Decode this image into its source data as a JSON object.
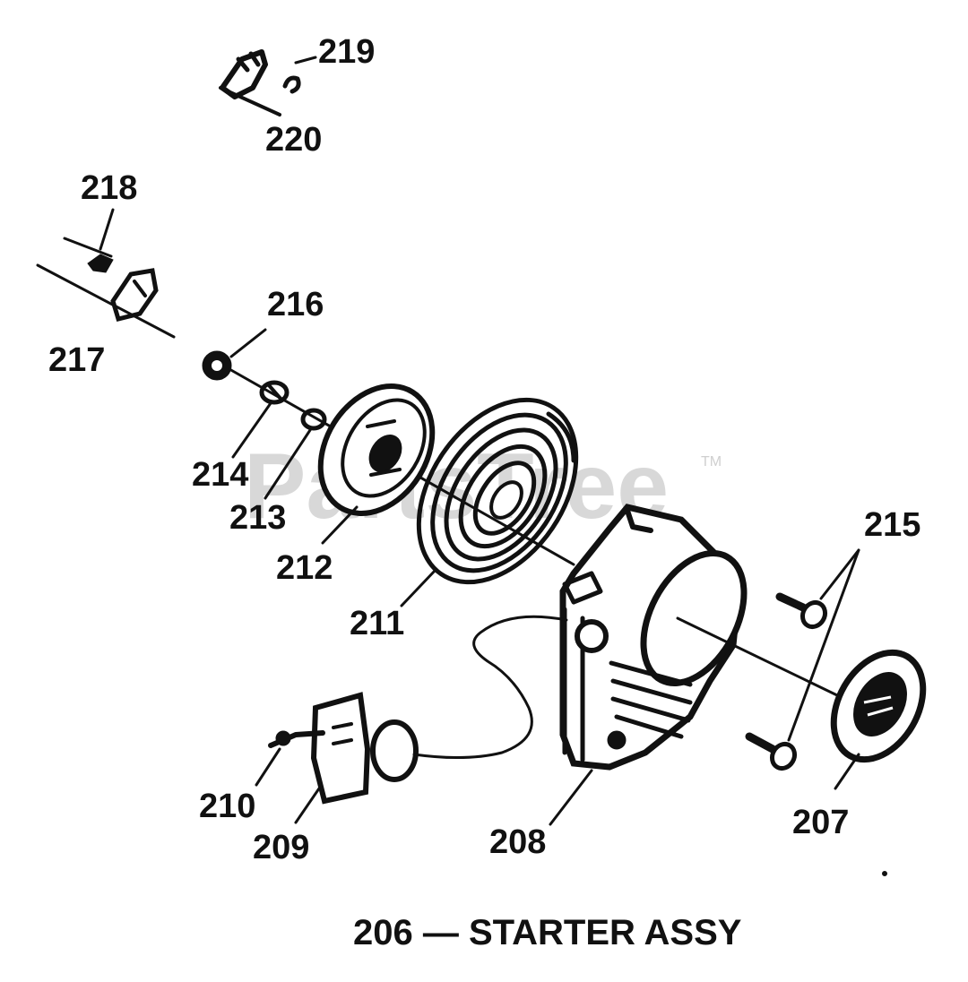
{
  "diagram": {
    "caption": "206 — STARTER ASSY",
    "watermark": "PartsTree",
    "trademark": "TM",
    "callouts": {
      "p207": "207",
      "p208": "208",
      "p209": "209",
      "p210": "210",
      "p211": "211",
      "p212": "212",
      "p213": "213",
      "p214": "214",
      "p215": "215",
      "p216": "216",
      "p217": "217",
      "p218": "218",
      "p219": "219",
      "p220": "220"
    }
  }
}
